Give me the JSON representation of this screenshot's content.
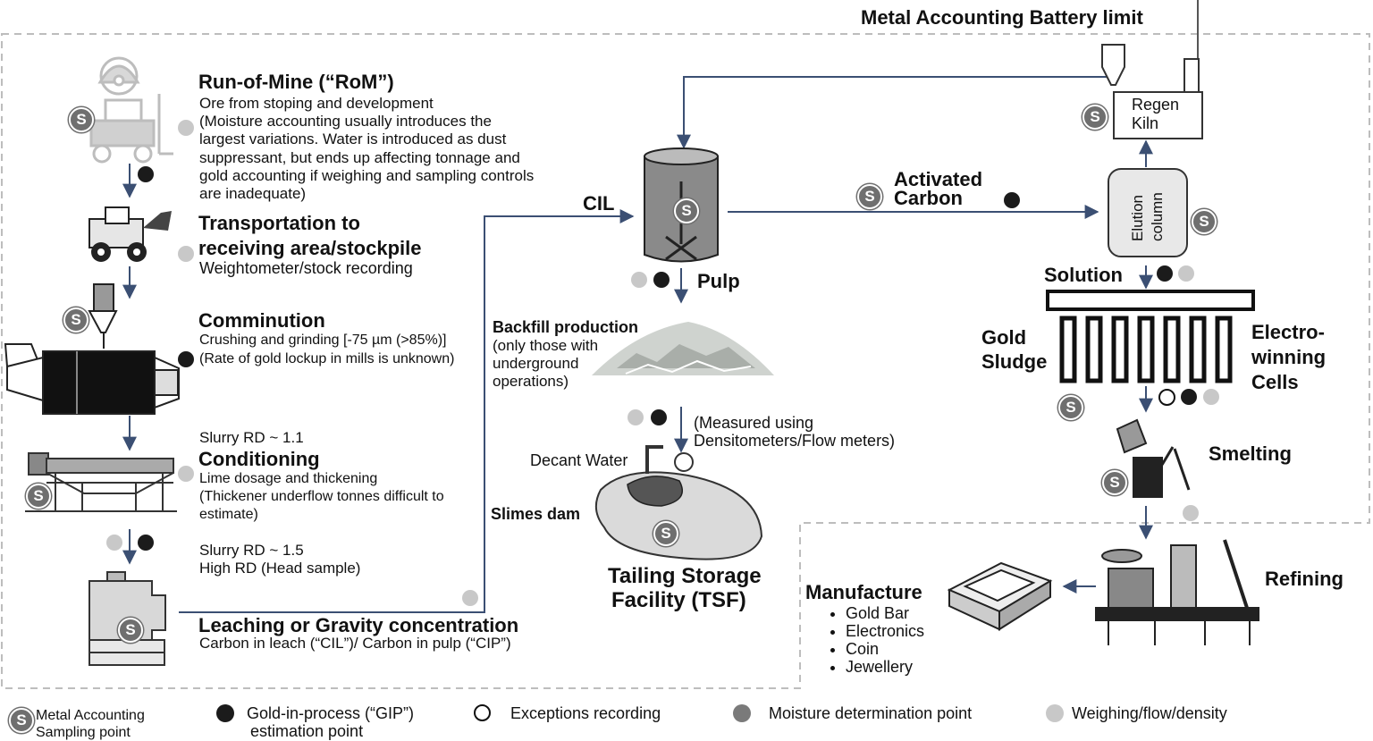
{
  "battery_limit_label": "Metal Accounting Battery limit",
  "rom": {
    "title": "Run-of-Mine (“RoM”)",
    "lines": [
      "Ore from stoping and development",
      "(Moisture accounting usually introduces the",
      "largest variations. Water is introduced as dust",
      "suppressant, but ends up affecting tonnage and",
      "gold accounting if weighing and sampling controls",
      "are inadequate)"
    ]
  },
  "transport": {
    "title_line1": "Transportation to",
    "title_line2": "receiving area/stockpile",
    "subtitle": "Weightometer/stock recording"
  },
  "comminution": {
    "title": "Comminution",
    "line1": "Crushing and grinding [-75 µm (>85%)]",
    "line2": "(Rate of gold lockup in mills is unknown)"
  },
  "conditioning": {
    "rd_label": "Slurry RD ~ 1.1",
    "title": "Conditioning",
    "line1": "Lime dosage and thickening",
    "line2": "(Thickener underflow tonnes difficult to",
    "line3": "estimate)"
  },
  "head_sample": {
    "line1": "Slurry RD ~ 1.5",
    "line2": "High RD (Head sample)"
  },
  "leaching": {
    "title": "Leaching or Gravity concentration",
    "subtitle": "Carbon in leach (“CIL”)/ Carbon in pulp (“CIP”)"
  },
  "cil_label": "CIL",
  "pulp_label": "Pulp",
  "backfill": {
    "title": "Backfill production",
    "line1": "(only those with",
    "line2": "underground",
    "line3": "operations)"
  },
  "measured": {
    "line1": "(Measured using",
    "line2": "Densitometers/Flow meters)"
  },
  "decant_water": "Decant Water",
  "slimes_dam": "Slimes dam",
  "tsf": {
    "line1": "Tailing Storage",
    "line2": "Facility (TSF)"
  },
  "activated_carbon": {
    "line1": "Activated",
    "line2": "Carbon"
  },
  "regen_kiln": {
    "line1": "Regen",
    "line2": "Kiln"
  },
  "elution_column": {
    "line1": "Elution",
    "line2": "column"
  },
  "solution_label": "Solution",
  "gold_sludge": {
    "line1": "Gold",
    "line2": "Sludge"
  },
  "electrowinning": {
    "line1": "Electro-",
    "line2": "winning",
    "line3": "Cells"
  },
  "smelting_label": "Smelting",
  "refining_label": "Refining",
  "manufacture": {
    "title": "Manufacture",
    "items": [
      "Gold Bar",
      "Electronics",
      "Coin",
      "Jewellery"
    ]
  },
  "sampling_symbol": "S",
  "legend": {
    "sampling_point": {
      "line1": "Metal Accounting",
      "line2": "Sampling point"
    },
    "gip": {
      "line1": "Gold-in-process (“GIP”)",
      "line2": "estimation point"
    },
    "exceptions": "Exceptions recording",
    "moisture": "Moisture determination point",
    "weighing": "Weighing/flow/density"
  },
  "colors": {
    "arrow_navy": "#3b4f73",
    "dashed_border": "#bdbdbd",
    "dark_dot": "#1b1b1b",
    "light_grey_dot": "#c8c8c8",
    "moisture_dot": "#7a7a7a",
    "sampling_badge": "#6f6f6f"
  },
  "icons": [
    "hard-hat-icon",
    "forklift-icon",
    "loader-icon",
    "mill-icon",
    "thickener-icon",
    "leach-tank-icon",
    "cil-tank-icon",
    "backfill-pile-icon",
    "slimes-dam-icon",
    "regen-kiln-icon",
    "elution-column-icon",
    "electrowinning-cells-icon",
    "smelting-icon",
    "refinery-icon",
    "gold-bars-icon"
  ]
}
